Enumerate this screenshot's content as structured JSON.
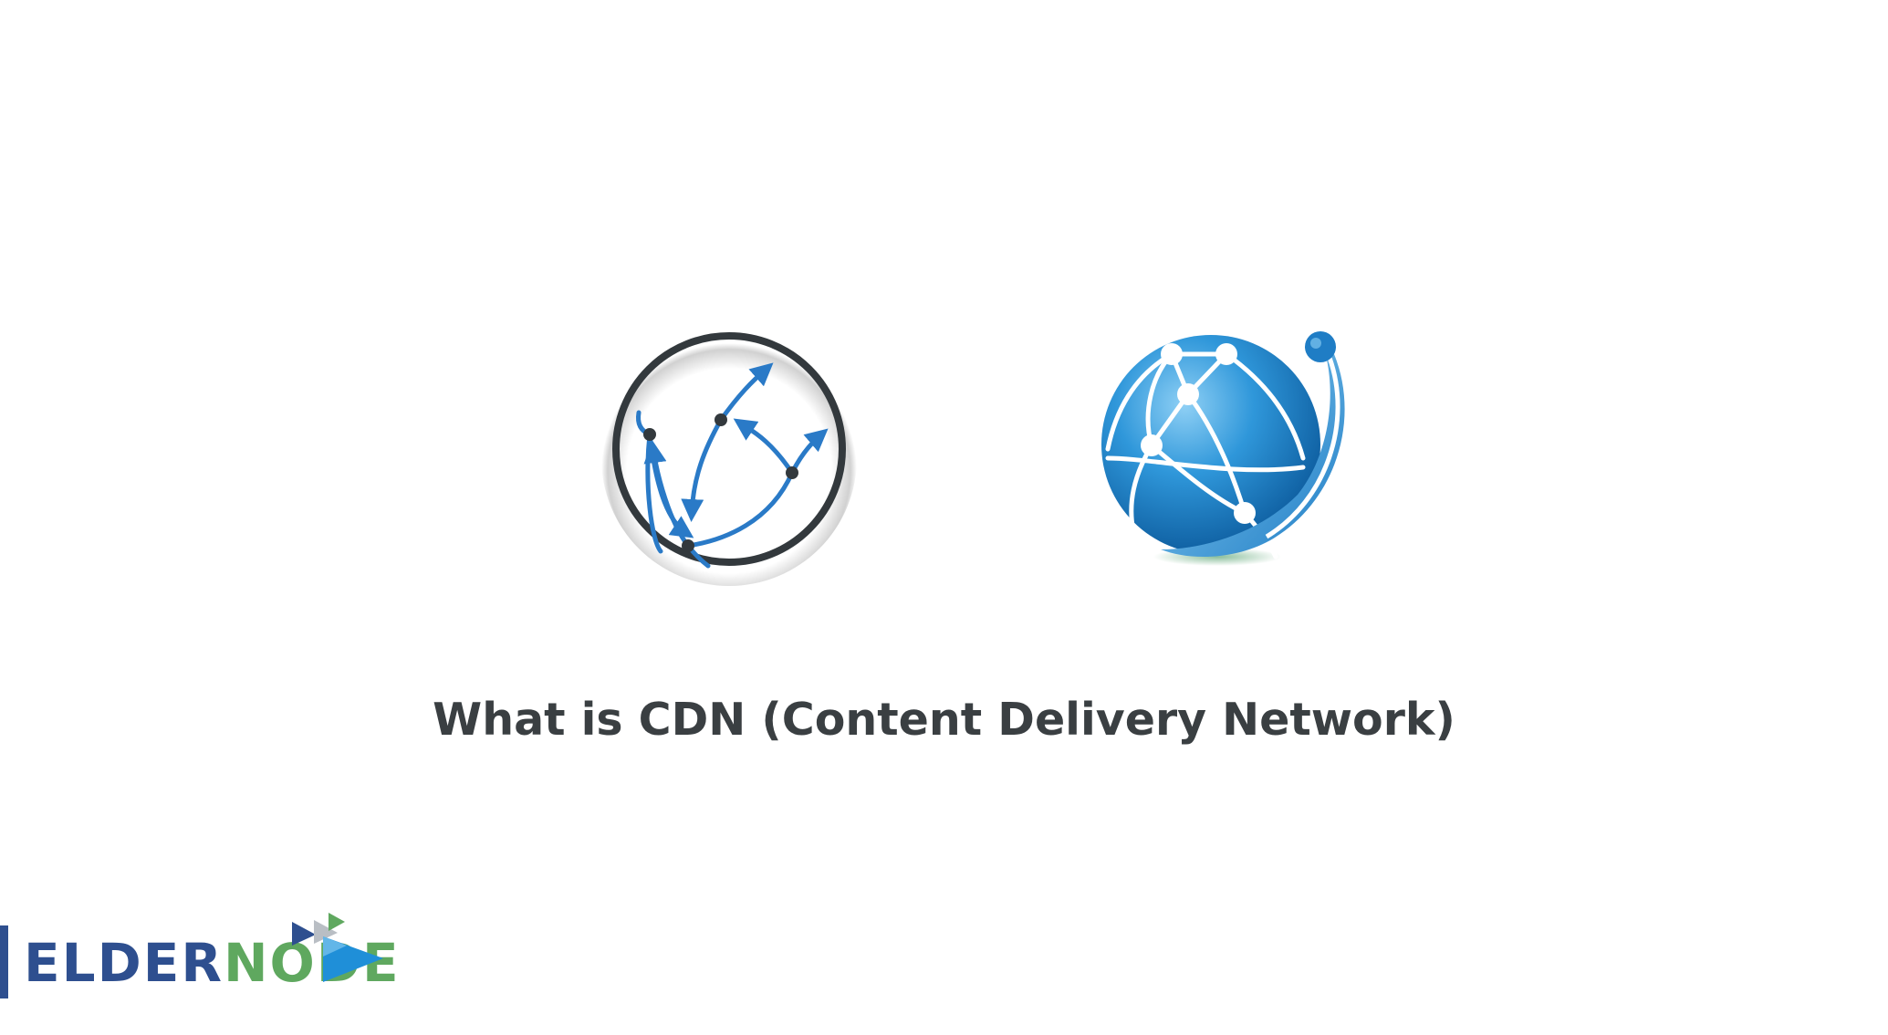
{
  "page": {
    "title": "What is CDN (Content Delivery Network)"
  },
  "brand": {
    "name_part1": "ELDER",
    "name_part2": "NODE",
    "colors": {
      "primary_blue": "#2e4f8f",
      "green": "#5fa85f",
      "accent_blue": "#1f8fd8"
    }
  },
  "icons": {
    "left": "cdn-network-icon",
    "right": "globe-network-icon"
  },
  "colors": {
    "background": "#ffffff",
    "title_text": "#3a3f42",
    "ring": "#33393d",
    "arrow_blue": "#2a7ac7"
  }
}
